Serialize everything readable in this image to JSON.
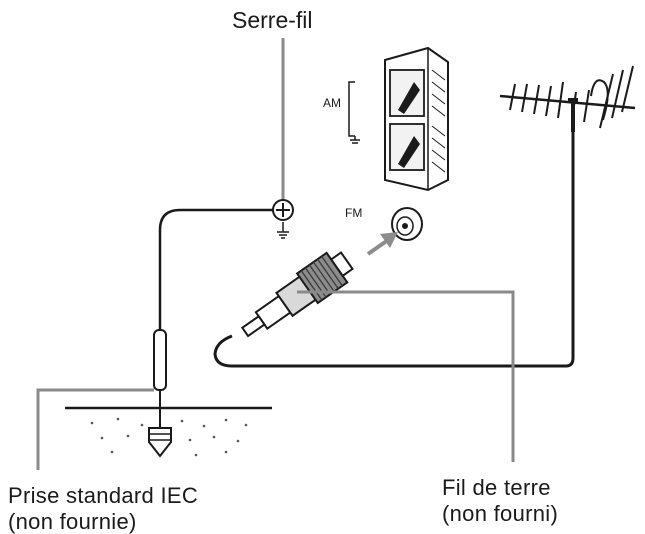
{
  "labels": {
    "clamp": "Serre-fil",
    "am": "AM",
    "fm": "FM",
    "iec_line1": "Prise standard IEC",
    "iec_line2": "(non fournie)",
    "wire_line1": "Fil de terre",
    "wire_line2": "(non fourni)"
  },
  "icons": {
    "speaker_terminal": "am-loop-antenna-icon",
    "coax_plug": "fm-coaxial-plug-icon",
    "antenna": "fm-outdoor-antenna-icon",
    "ground": "ground-symbol-icon",
    "stake": "ground-stake-icon"
  },
  "colors": {
    "line": "#1a1a1a",
    "cable_gray": "#8a8a8a",
    "arrow": "#8c8c8c"
  }
}
